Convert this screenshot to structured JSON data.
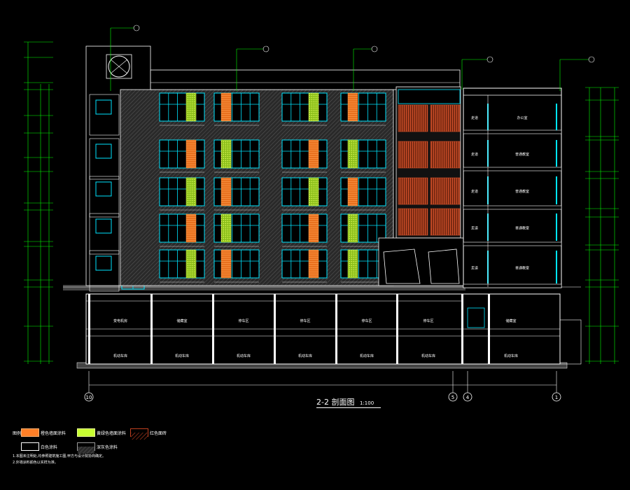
{
  "drawing": {
    "title": "2-2 剖面图",
    "scale": "1:100",
    "grid_axes": [
      "10",
      "5",
      "4",
      "1"
    ],
    "basement_rooms_top": [
      "变电机房",
      "储藏室",
      "停车区",
      "停车区",
      "停车区",
      "停车区",
      "储藏室"
    ],
    "basement_rooms_bottom": [
      "机动车库",
      "机动车库",
      "机动车库",
      "机动车库",
      "机动车库",
      "机动车库",
      "机动车库"
    ],
    "section_rooms": [
      {
        "left": "走道",
        "right": "办公室"
      },
      {
        "left": "走道",
        "right": "普通教室"
      },
      {
        "left": "走道",
        "right": "普通教室"
      },
      {
        "left": "走道",
        "right": "普通教室"
      },
      {
        "left": "走道",
        "right": "普通教室"
      }
    ]
  },
  "legend": {
    "title": "图例:",
    "items": [
      {
        "label": "橙色墙面涂料",
        "color": "#ff7f27"
      },
      {
        "label": "黄绿色墙面涂料",
        "color": "#c8ff32"
      },
      {
        "label": "红色面砖",
        "color": "#b03a1a"
      },
      {
        "label": "白色涂料",
        "color": "#000000"
      },
      {
        "label": "深灰色涂料",
        "color": "#555555"
      }
    ],
    "notes": [
      "1.本图未注明处,均参照建筑施工图,甲方与设计院协商确定。",
      "2.外墙涂料颜色以实样为准。"
    ]
  },
  "colors": {
    "window": "#00e5ff",
    "dimension": "#00ff00",
    "outline": "#ffffff",
    "leader": "#00ff00"
  }
}
